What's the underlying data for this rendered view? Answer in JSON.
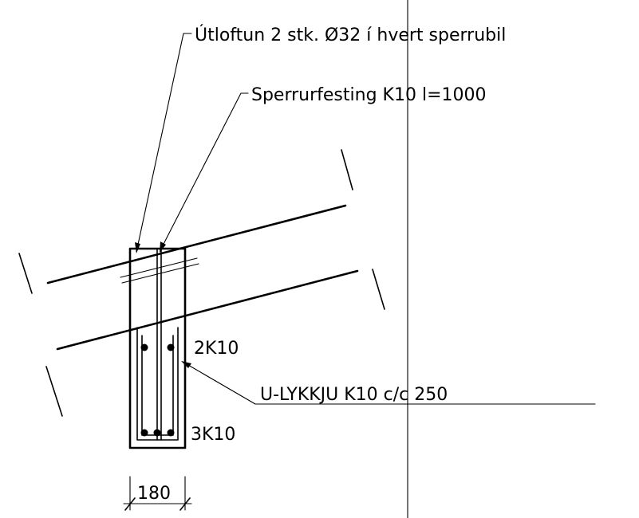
{
  "drawing": {
    "labels": {
      "vent_note": "Útloftun 2 stk. Ø32 í hvert sperrubil",
      "rafter_anchor_note": "Sperrurfesting K10 l=1000",
      "stirrup_note": "U-LYKKJU K10 c/c 250",
      "top_bars": "2K10",
      "bottom_bars": "3K10",
      "width_dim": "180"
    }
  }
}
